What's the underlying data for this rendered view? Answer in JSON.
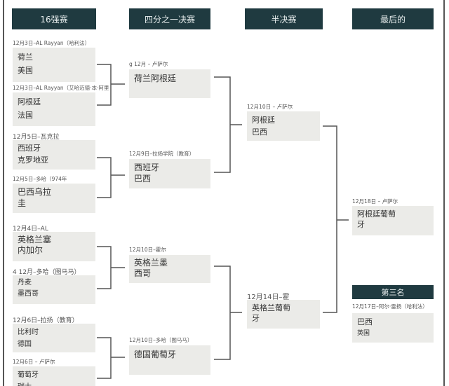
{
  "headers": {
    "r16": "16强赛",
    "qf": "四分之一决赛",
    "sf": "半决赛",
    "final": "最后的",
    "third": "第三名"
  },
  "r16": [
    {
      "label": "12月3日–AL Rayyan（哈利法）",
      "teams": [
        "荷兰",
        "美国"
      ]
    },
    {
      "label": "12月3日–AL Rayyan（艾哈迈德·本·阿里",
      "teams": [
        "阿根廷",
        "法国"
      ]
    },
    {
      "label": "12月5日–瓦克拉",
      "teams": [
        "西班牙",
        "克罗地亚"
      ]
    },
    {
      "label": "12月5日–多哈（974年",
      "teams": [
        "巴西乌拉",
        "圭"
      ]
    },
    {
      "label": "12月4日–AL",
      "teams": [
        "英格兰塞",
        "内加尔"
      ]
    },
    {
      "label": "4 12月–多哈（图马马）",
      "teams": [
        "丹麦",
        "墨西哥"
      ]
    },
    {
      "label": "12月6日–拉扬（教育）",
      "teams": [
        "比利时",
        "德国"
      ]
    },
    {
      "label": "12月6日 – 卢萨尔",
      "teams": [
        "葡萄牙",
        "瑞士"
      ]
    }
  ],
  "qf": [
    {
      "label": "g 12月 – 卢萨尔",
      "teams": [
        "荷兰阿根廷"
      ]
    },
    {
      "label": "12月9日–拉扬学院（教育）",
      "teams": [
        "西班牙",
        "巴西"
      ]
    },
    {
      "label": "12月10日–霍尔",
      "teams": [
        "英格兰墨",
        "西哥"
      ]
    },
    {
      "label": "12月10日–多哈（图马马）",
      "teams": [
        "德国葡萄牙"
      ]
    }
  ],
  "sf": [
    {
      "label": "12月10日 – 卢萨尔",
      "teams": [
        "阿根廷",
        "巴西"
      ]
    },
    {
      "label": "12月14日–霍",
      "teams": [
        "英格兰葡萄",
        "牙"
      ]
    }
  ],
  "final": {
    "label": "12月18日 – 卢萨尔",
    "teams": [
      "阿根廷葡萄",
      "牙"
    ]
  },
  "third": {
    "label": "12月17日–阿尔·雷扬（哈利法）",
    "teams": [
      "巴西",
      "英国"
    ]
  }
}
